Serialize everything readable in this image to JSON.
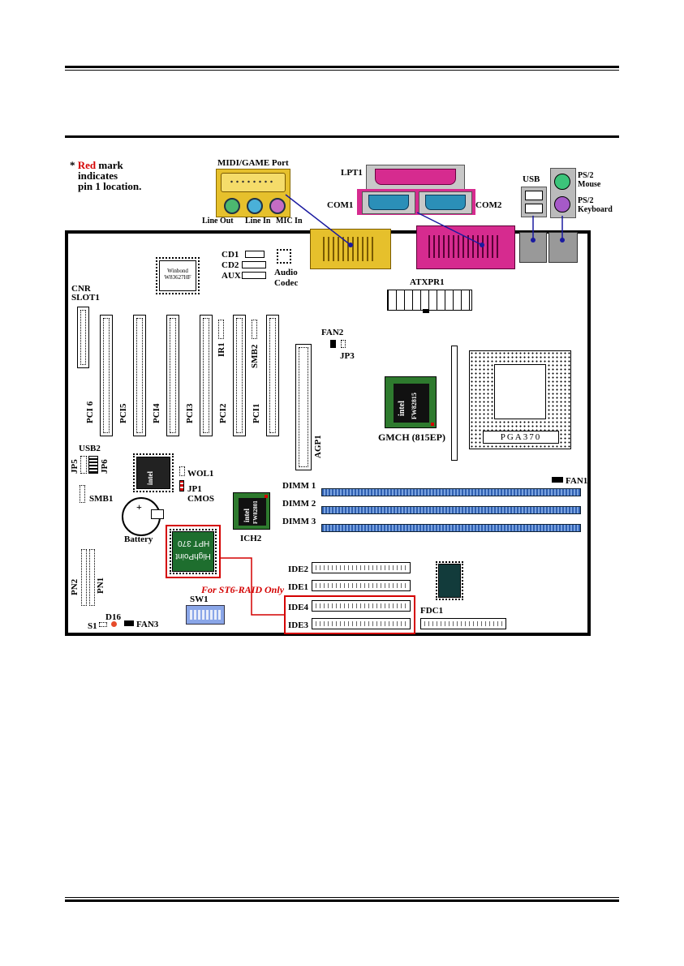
{
  "legend": {
    "star": "*",
    "red_word": "Red",
    "rest_line1": "mark",
    "line2": "indicates",
    "line3": "pin 1 location."
  },
  "io_ports": {
    "midi_game": "MIDI/GAME Port",
    "lpt1": "LPT1",
    "com1": "COM1",
    "com2": "COM2",
    "usb": "USB",
    "ps2_mouse": "PS/2 Mouse",
    "ps2_keyboard": "PS/2 Keyboard",
    "line_out": "Line Out",
    "line_in": "Line In",
    "mic_in": "MIC In"
  },
  "board_labels": {
    "cd1": "CD1",
    "cd2": "CD2",
    "aux1": "AUX1",
    "audio_codec_1": "Audio",
    "audio_codec_2": "Codec",
    "winbond_1": "Winbond",
    "winbond_2": "W83627HF",
    "cnr_1": "CNR",
    "cnr_2": "SLOT1",
    "atxpr1": "ATXPR1",
    "fan2": "FAN2",
    "jp3": "JP3",
    "ir1": "IR1",
    "smb2": "SMB2",
    "pci6": "PCI 6",
    "pci5": "PCI5",
    "pci4": "PCI4",
    "pci3": "PCI3",
    "pci2": "PCI2",
    "pci1": "PCI1",
    "agp1": "AGP1",
    "gmch_chip": "FW82815",
    "gmch_label": "GMCH (815EP)",
    "intel": "intel",
    "pga370": "PGA370",
    "usb2": "USB2",
    "jp5": "JP5",
    "jp6": "JP6",
    "wol1": "WOL1",
    "jp1": "JP1",
    "cmos": "CMOS",
    "smb1": "SMB1",
    "battery": "Battery",
    "ich2": "ICH2",
    "ich_chip": "FW82801",
    "fan1": "FAN1",
    "dimm1": "DIMM 1",
    "dimm2": "DIMM 2",
    "dimm3": "DIMM 3",
    "highpoint_1": "HighPoint",
    "highpoint_2": "HPT 370",
    "ide2": "IDE2",
    "ide1": "IDE1",
    "ide4": "IDE4",
    "ide3": "IDE3",
    "fdc1": "FDC1",
    "raid_note": "For ST6-RAID Only",
    "sw1": "SW1",
    "pn2": "PN2",
    "pn1": "PN1",
    "d16": "D16",
    "s1": "S1",
    "fan3": "FAN3"
  },
  "colors": {
    "pin1_mark": "#d40000",
    "lpt_pink": "#d62b8f",
    "com_blue": "#2b8fb8",
    "game_yellow": "#e6c02c",
    "dimm_blue": "#2f5fb0",
    "raid_red": "#d40000"
  }
}
